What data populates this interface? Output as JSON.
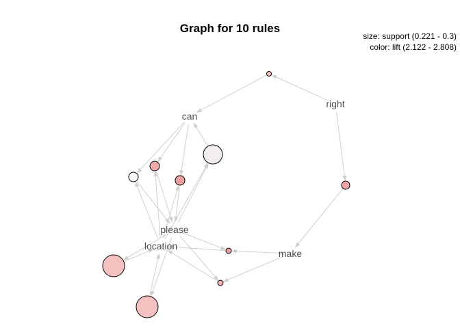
{
  "title": "Graph for 10 rules",
  "legend": {
    "size_line": "size: support (0.221 - 0.3)",
    "color_line": "color: lift (2.122 - 2.808)"
  },
  "colors": {
    "edge": "#cfcfcf",
    "label": "#4d4d4d",
    "node_stroke": "#000000"
  },
  "graph": {
    "items": [
      {
        "id": "can",
        "label": "can"
      },
      {
        "id": "right",
        "label": "right"
      },
      {
        "id": "please",
        "label": "please"
      },
      {
        "id": "location",
        "label": "location"
      },
      {
        "id": "make",
        "label": "make"
      }
    ],
    "rules": [
      {
        "id": "r1",
        "fill": "#f4c2c2"
      },
      {
        "id": "r2",
        "fill": "#f0a9a9"
      },
      {
        "id": "r3",
        "fill": "#f6f6f6"
      },
      {
        "id": "r4",
        "fill": "#eba0a0"
      },
      {
        "id": "r5",
        "fill": "#f2eeee"
      },
      {
        "id": "r6",
        "fill": "#ee9f9f"
      },
      {
        "id": "r7",
        "fill": "#f5c0c0"
      },
      {
        "id": "r8",
        "fill": "#f5c0c0"
      },
      {
        "id": "r9",
        "fill": "#f2b3b3"
      },
      {
        "id": "r10",
        "fill": "#f2a3a3"
      }
    ],
    "edges": [
      [
        "right",
        "r1"
      ],
      [
        "r1",
        "can"
      ],
      [
        "right",
        "r10"
      ],
      [
        "r10",
        "make"
      ],
      [
        "can",
        "r2"
      ],
      [
        "r2",
        "please"
      ],
      [
        "can",
        "r3"
      ],
      [
        "r3",
        "please"
      ],
      [
        "can",
        "r4"
      ],
      [
        "r4",
        "please"
      ],
      [
        "please",
        "r5"
      ],
      [
        "r5",
        "can"
      ],
      [
        "location",
        "r2"
      ],
      [
        "location",
        "r3"
      ],
      [
        "location",
        "r4"
      ],
      [
        "location",
        "r5"
      ],
      [
        "please",
        "r6"
      ],
      [
        "r6",
        "location"
      ],
      [
        "please",
        "r7"
      ],
      [
        "r7",
        "location"
      ],
      [
        "please",
        "r8"
      ],
      [
        "r8",
        "location"
      ],
      [
        "please",
        "r9"
      ],
      [
        "r9",
        "location"
      ],
      [
        "make",
        "r6"
      ],
      [
        "make",
        "r9"
      ]
    ]
  }
}
